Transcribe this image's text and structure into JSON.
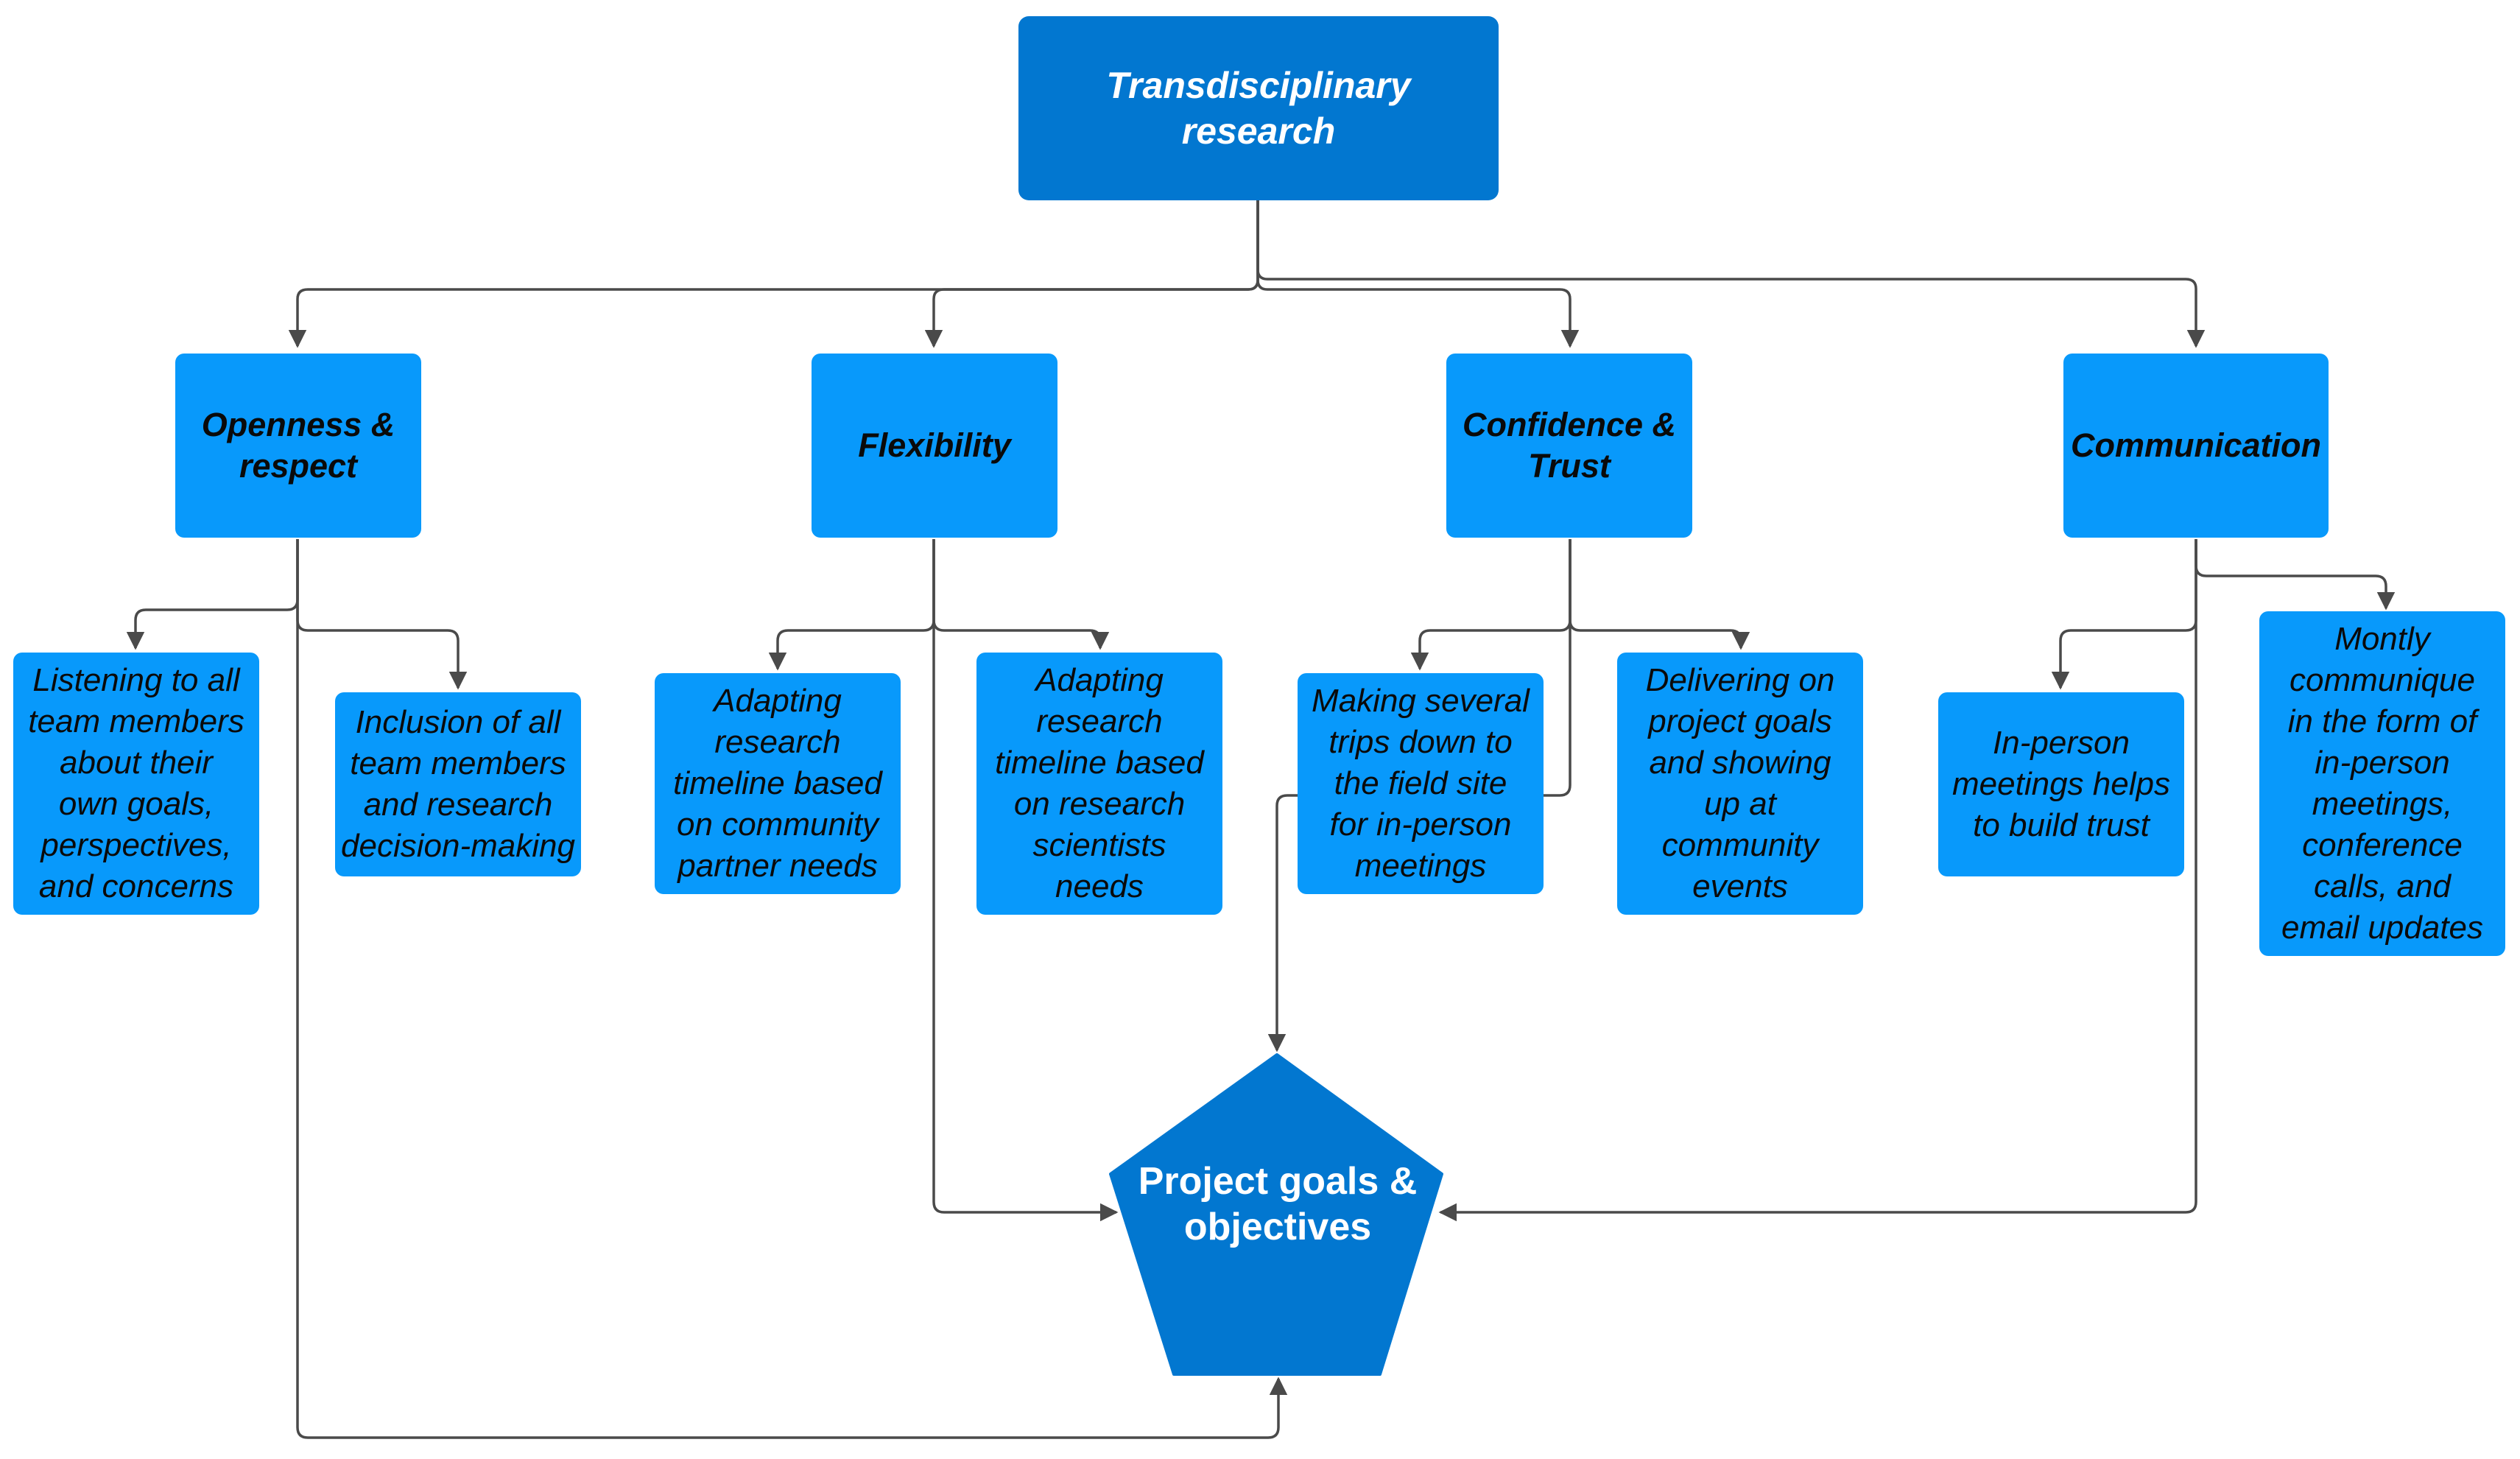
{
  "colors": {
    "root_fill": "#0277d0",
    "box_fill": "#0899fb",
    "goal_fill": "#0277d0",
    "connector": "#4a4a4a"
  },
  "root": {
    "label": "Transdisciplinary\nresearch"
  },
  "categories": [
    {
      "id": "openness",
      "label": "Openness &\nrespect"
    },
    {
      "id": "flexibility",
      "label": "Flexibility"
    },
    {
      "id": "confidence",
      "label": "Confidence &\nTrust"
    },
    {
      "id": "communication",
      "label": "Communication"
    }
  ],
  "leaves": [
    {
      "parent": "openness",
      "label": "Listening to all\nteam members\nabout their\nown goals,\nperspectives,\nand concerns"
    },
    {
      "parent": "openness",
      "label": "Inclusion of all\nteam members\nand research\ndecision-making"
    },
    {
      "parent": "flexibility",
      "label": "Adapting\nresearch\ntimeline based\non community\npartner needs"
    },
    {
      "parent": "flexibility",
      "label": "Adapting\nresearch\ntimeline based\non research\nscientists\nneeds"
    },
    {
      "parent": "confidence",
      "label": "Making several\ntrips down to\nthe field site\nfor in-person\nmeetings"
    },
    {
      "parent": "confidence",
      "label": "Delivering on\nproject goals\nand showing\nup at\ncommunity\nevents"
    },
    {
      "parent": "communication",
      "label": "In-person\nmeetings helps\nto build trust"
    },
    {
      "parent": "communication",
      "label": "Montly\ncommunique\nin the form of\nin-person\nmeetings,\nconference\ncalls, and\nemail updates"
    }
  ],
  "goal": {
    "label": "Project goals &\nobjectives"
  }
}
